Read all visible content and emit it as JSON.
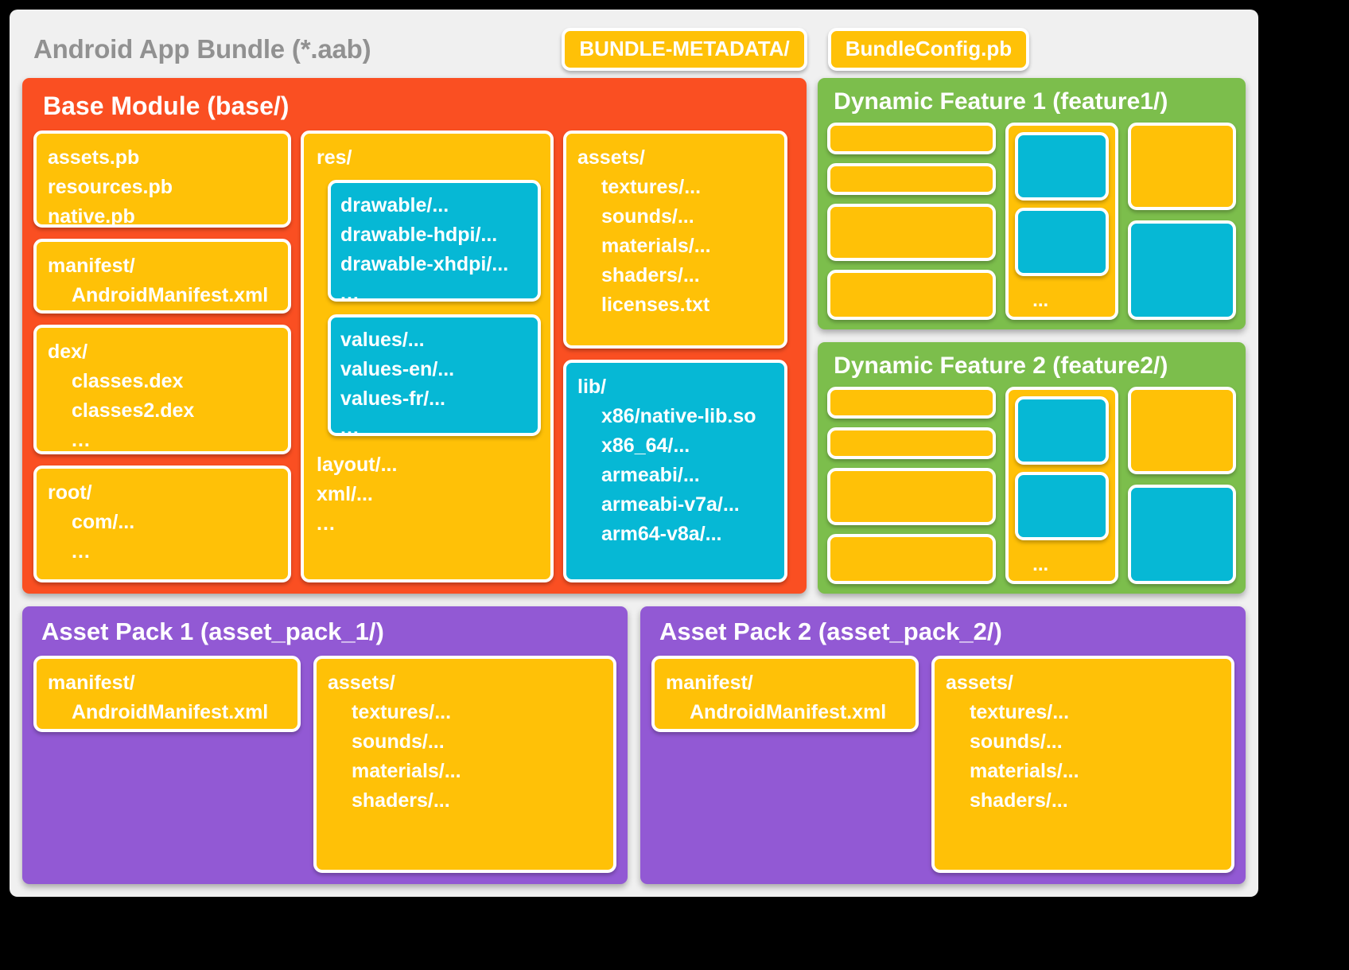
{
  "bundle": {
    "title": "Android App Bundle (*.aab)",
    "metadata_chips": [
      "BUNDLE-METADATA/",
      "BundleConfig.pb"
    ]
  },
  "base_module": {
    "title": "Base Module (base/)",
    "col_a": {
      "pb_files": [
        "assets.pb",
        "resources.pb",
        "native.pb"
      ],
      "manifest": {
        "root": "manifest/",
        "child": "AndroidManifest.xml"
      },
      "dex": {
        "root": "dex/",
        "children": [
          "classes.dex",
          "classes2.dex",
          "..."
        ]
      },
      "root_dir": {
        "root": "root/",
        "children": [
          "com/...",
          "..."
        ]
      }
    },
    "col_b": {
      "res_label": "res/",
      "drawables": [
        "drawable/...",
        "drawable-hdpi/...",
        "drawable-xhdpi/...",
        "..."
      ],
      "values": [
        "values/...",
        "values-en/...",
        "values-fr/...",
        "..."
      ],
      "tail": [
        "layout/...",
        "xml/...",
        "..."
      ]
    },
    "col_c": {
      "assets": {
        "root": "assets/",
        "children": [
          "textures/...",
          "sounds/...",
          "materials/...",
          "shaders/...",
          "licenses.txt"
        ]
      },
      "lib": {
        "root": "lib/",
        "children": [
          "x86/native-lib.so",
          "x86_64/...",
          "armeabi/...",
          "armeabi-v7a/...",
          "arm64-v8a/..."
        ]
      }
    }
  },
  "dynamic_features": [
    {
      "title": "Dynamic Feature 1 (feature1/)",
      "dots": "..."
    },
    {
      "title": "Dynamic Feature 2 (feature2/)",
      "dots": "..."
    }
  ],
  "asset_packs": [
    {
      "title": "Asset Pack 1 (asset_pack_1/)",
      "manifest": {
        "root": "manifest/",
        "child": "AndroidManifest.xml"
      },
      "assets": {
        "root": "assets/",
        "children": [
          "textures/...",
          "sounds/...",
          "materials/...",
          "shaders/..."
        ]
      }
    },
    {
      "title": "Asset Pack 2 (asset_pack_2/)",
      "manifest": {
        "root": "manifest/",
        "child": "AndroidManifest.xml"
      },
      "assets": {
        "root": "assets/",
        "children": [
          "textures/...",
          "sounds/...",
          "materials/...",
          "shaders/..."
        ]
      }
    }
  ],
  "colors": {
    "page_background": "#000000",
    "card_background": "#f0f0f0",
    "base_module": "#FA4F22",
    "dynamic_feature": "#7CBE4C",
    "asset_pack": "#9259D4",
    "file_box": "#FFC107",
    "resource_box": "#06B8D5",
    "title_grey": "#919191",
    "text_white": "#FFFFFF"
  }
}
